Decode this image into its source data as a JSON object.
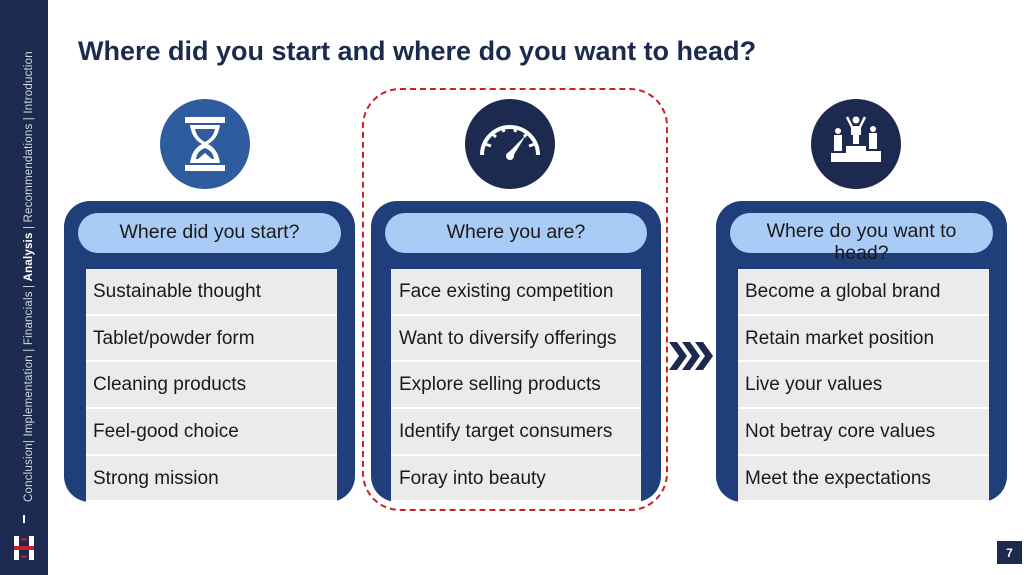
{
  "side_nav": {
    "sep1": "Conclusion| Implementation | Financials | ",
    "active": "Analysis",
    "sep2": " | Recommendations | Introduction"
  },
  "title": "Where did you start and where do you want to head?",
  "columns": [
    {
      "icon": "hourglass-icon",
      "heading": "Where did you start?",
      "items": [
        "Sustainable thought",
        "Tablet/powder form",
        "Cleaning products",
        "Feel-good choice",
        "Strong mission"
      ]
    },
    {
      "icon": "speedometer-icon",
      "heading": "Where you are?",
      "items": [
        "Face existing competition",
        "Want to diversify offerings",
        "Explore selling products",
        "Identify target consumers",
        "Foray into beauty"
      ]
    },
    {
      "icon": "podium-icon",
      "heading": "Where do you want to head?",
      "items": [
        "Become a global brand",
        "Retain market position",
        "Live your values",
        "Not betray core values",
        "Meet the expectations"
      ]
    }
  ],
  "page_number": "7",
  "colors": {
    "navy": "#1b2a4e",
    "panel": "#1f3e7a",
    "pill": "#a9cbf6",
    "item_bg": "#ebebeb",
    "highlight": "#c8232c",
    "accent_blue": "#2e5c9e"
  }
}
